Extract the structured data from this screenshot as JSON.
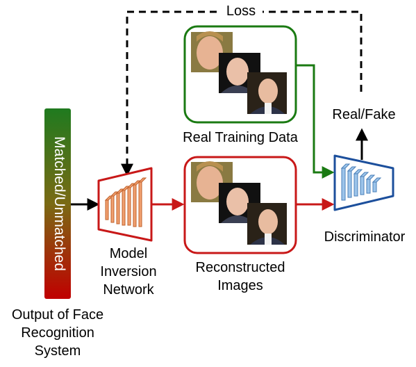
{
  "labels": {
    "loss": "Loss",
    "real_training_data": "Real Training Data",
    "real_fake": "Real/Fake",
    "discriminator": "Discriminator",
    "model_inversion_network": [
      "Model",
      "Inversion",
      "Network"
    ],
    "reconstructed_images": [
      "Reconstructed",
      "Images"
    ],
    "output_face_recognition": [
      "Output of Face",
      "Recognition",
      "System"
    ],
    "matched_unmatched": "Matched/Unmatched"
  },
  "colors": {
    "green_border": "#1a7a12",
    "red_border": "#c81818",
    "blue_border": "#1c4f9c",
    "orange_layers": "#f0a070",
    "blue_layers": "#9cc4ea",
    "gradient_top": "#1f7a1f",
    "gradient_bottom": "#c00000"
  },
  "icons": {
    "real_faces": "face-photo-stack-icon",
    "reconstructed_faces": "face-photo-stack-icon",
    "inversion_network": "orange-conv-layers-icon",
    "discriminator_net": "blue-conv-layers-icon"
  }
}
